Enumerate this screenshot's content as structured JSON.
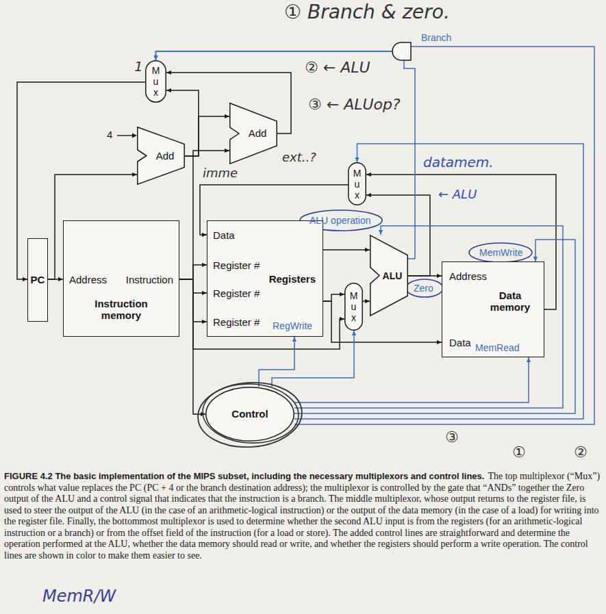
{
  "diagram": {
    "title": "FIGURE 4.2 The basic implementation of the MIPS subset, including the necessary multiplexors and control lines.",
    "caption": "The top multiplexor (“Mux”) controls what value replaces the PC (PC + 4 or the branch destination address); the multiplexor is controlled by the gate that “ANDs” together the Zero output of the ALU and a control signal that indicates that the instruction is a branch. The middle multiplexor, whose output returns to the register file, is used to steer the output of the ALU (in the case of an arithmetic-logical instruction) or the output of the data memory (in the case of a load) for writing into the register file. Finally, the bottommost multiplexor is used to determine whether the second ALU input is from the registers (for an arithmetic-logical instruction or a branch) or from the offset field of the instruction (for a load or store). The added control lines are straightforward and determine the operation performed at the ALU, whether the data memory should read or write, and whether the registers should perform a write operation. The control lines are shown in color to make them easier to see.",
    "nodes": [
      {
        "text": [
          "M u x"
        ]
      },
      {
        "text": [
          "Add"
        ]
      },
      {
        "text": [
          "Add"
        ]
      },
      {
        "text": [
          "M u x"
        ]
      },
      {
        "text": [
          "PC"
        ]
      },
      {
        "text": [
          "Address",
          "Instruction",
          "Instruction memory"
        ]
      },
      {
        "text": [
          "Data",
          "Register #",
          "Register #",
          "Register #",
          "Registers"
        ]
      },
      {
        "text": [
          "M u x"
        ]
      },
      {
        "text": [
          "ALU"
        ]
      },
      {
        "text": [
          "Address",
          "Data memory",
          "Data"
        ]
      },
      {
        "text": [
          "Control"
        ]
      }
    ],
    "edges": [
      {
        "from": 4,
        "to": 5,
        "arrow": "to"
      },
      {
        "from": 4,
        "to": 1,
        "arrow": "to"
      },
      {
        "from": 1,
        "to": 0,
        "arrow": "to"
      },
      {
        "from": 1,
        "to": 2,
        "arrow": "to"
      },
      {
        "from": 2,
        "to": 0,
        "arrow": "to"
      },
      {
        "from": 0,
        "to": 4,
        "arrow": "to"
      },
      {
        "from": 5,
        "to": 6,
        "arrow": "to"
      },
      {
        "from": 5,
        "to": 6,
        "arrow": "to"
      },
      {
        "from": 5,
        "to": 6,
        "arrow": "to"
      },
      {
        "from": 5,
        "to": 2,
        "arrow": "to"
      },
      {
        "from": 5,
        "to": 7,
        "arrow": "to"
      },
      {
        "from": 5,
        "to": 10,
        "arrow": "to"
      },
      {
        "from": 6,
        "to": 8,
        "arrow": "to"
      },
      {
        "from": 6,
        "to": 7,
        "arrow": "to"
      },
      {
        "from": 6,
        "to": 9,
        "arrow": "to"
      },
      {
        "from": 7,
        "to": 8,
        "arrow": "to"
      },
      {
        "from": 8,
        "to": 9,
        "arrow": "to"
      },
      {
        "from": 8,
        "to": 3,
        "arrow": "to"
      },
      {
        "from": 9,
        "to": 3,
        "arrow": "to"
      },
      {
        "from": 3,
        "to": 6,
        "arrow": "to"
      },
      {
        "from": 8,
        "to": 0,
        "label": "Zero",
        "arrow": "to"
      },
      {
        "from": 10,
        "to": 0,
        "label": "Branch",
        "arrow": "to"
      },
      {
        "from": 10,
        "to": 3,
        "arrow": "to"
      },
      {
        "from": 10,
        "to": 8,
        "label": "ALU operation",
        "arrow": "to"
      },
      {
        "from": 10,
        "to": 9,
        "label": "MemWrite",
        "arrow": "to"
      },
      {
        "from": 10,
        "to": 9,
        "label": "MemRead",
        "arrow": "to"
      },
      {
        "from": 10,
        "to": 6,
        "label": "RegWrite",
        "arrow": "to"
      },
      {
        "from": 10,
        "to": 7,
        "arrow": "to"
      }
    ],
    "labels": [
      "① Branch & zero.",
      "1",
      "② ← ALU",
      "③ ← ALUop?",
      "4",
      "ext..?",
      "datamem.",
      "imme",
      "← ALU",
      "③",
      "①",
      "②",
      "MemR/W"
    ]
  }
}
